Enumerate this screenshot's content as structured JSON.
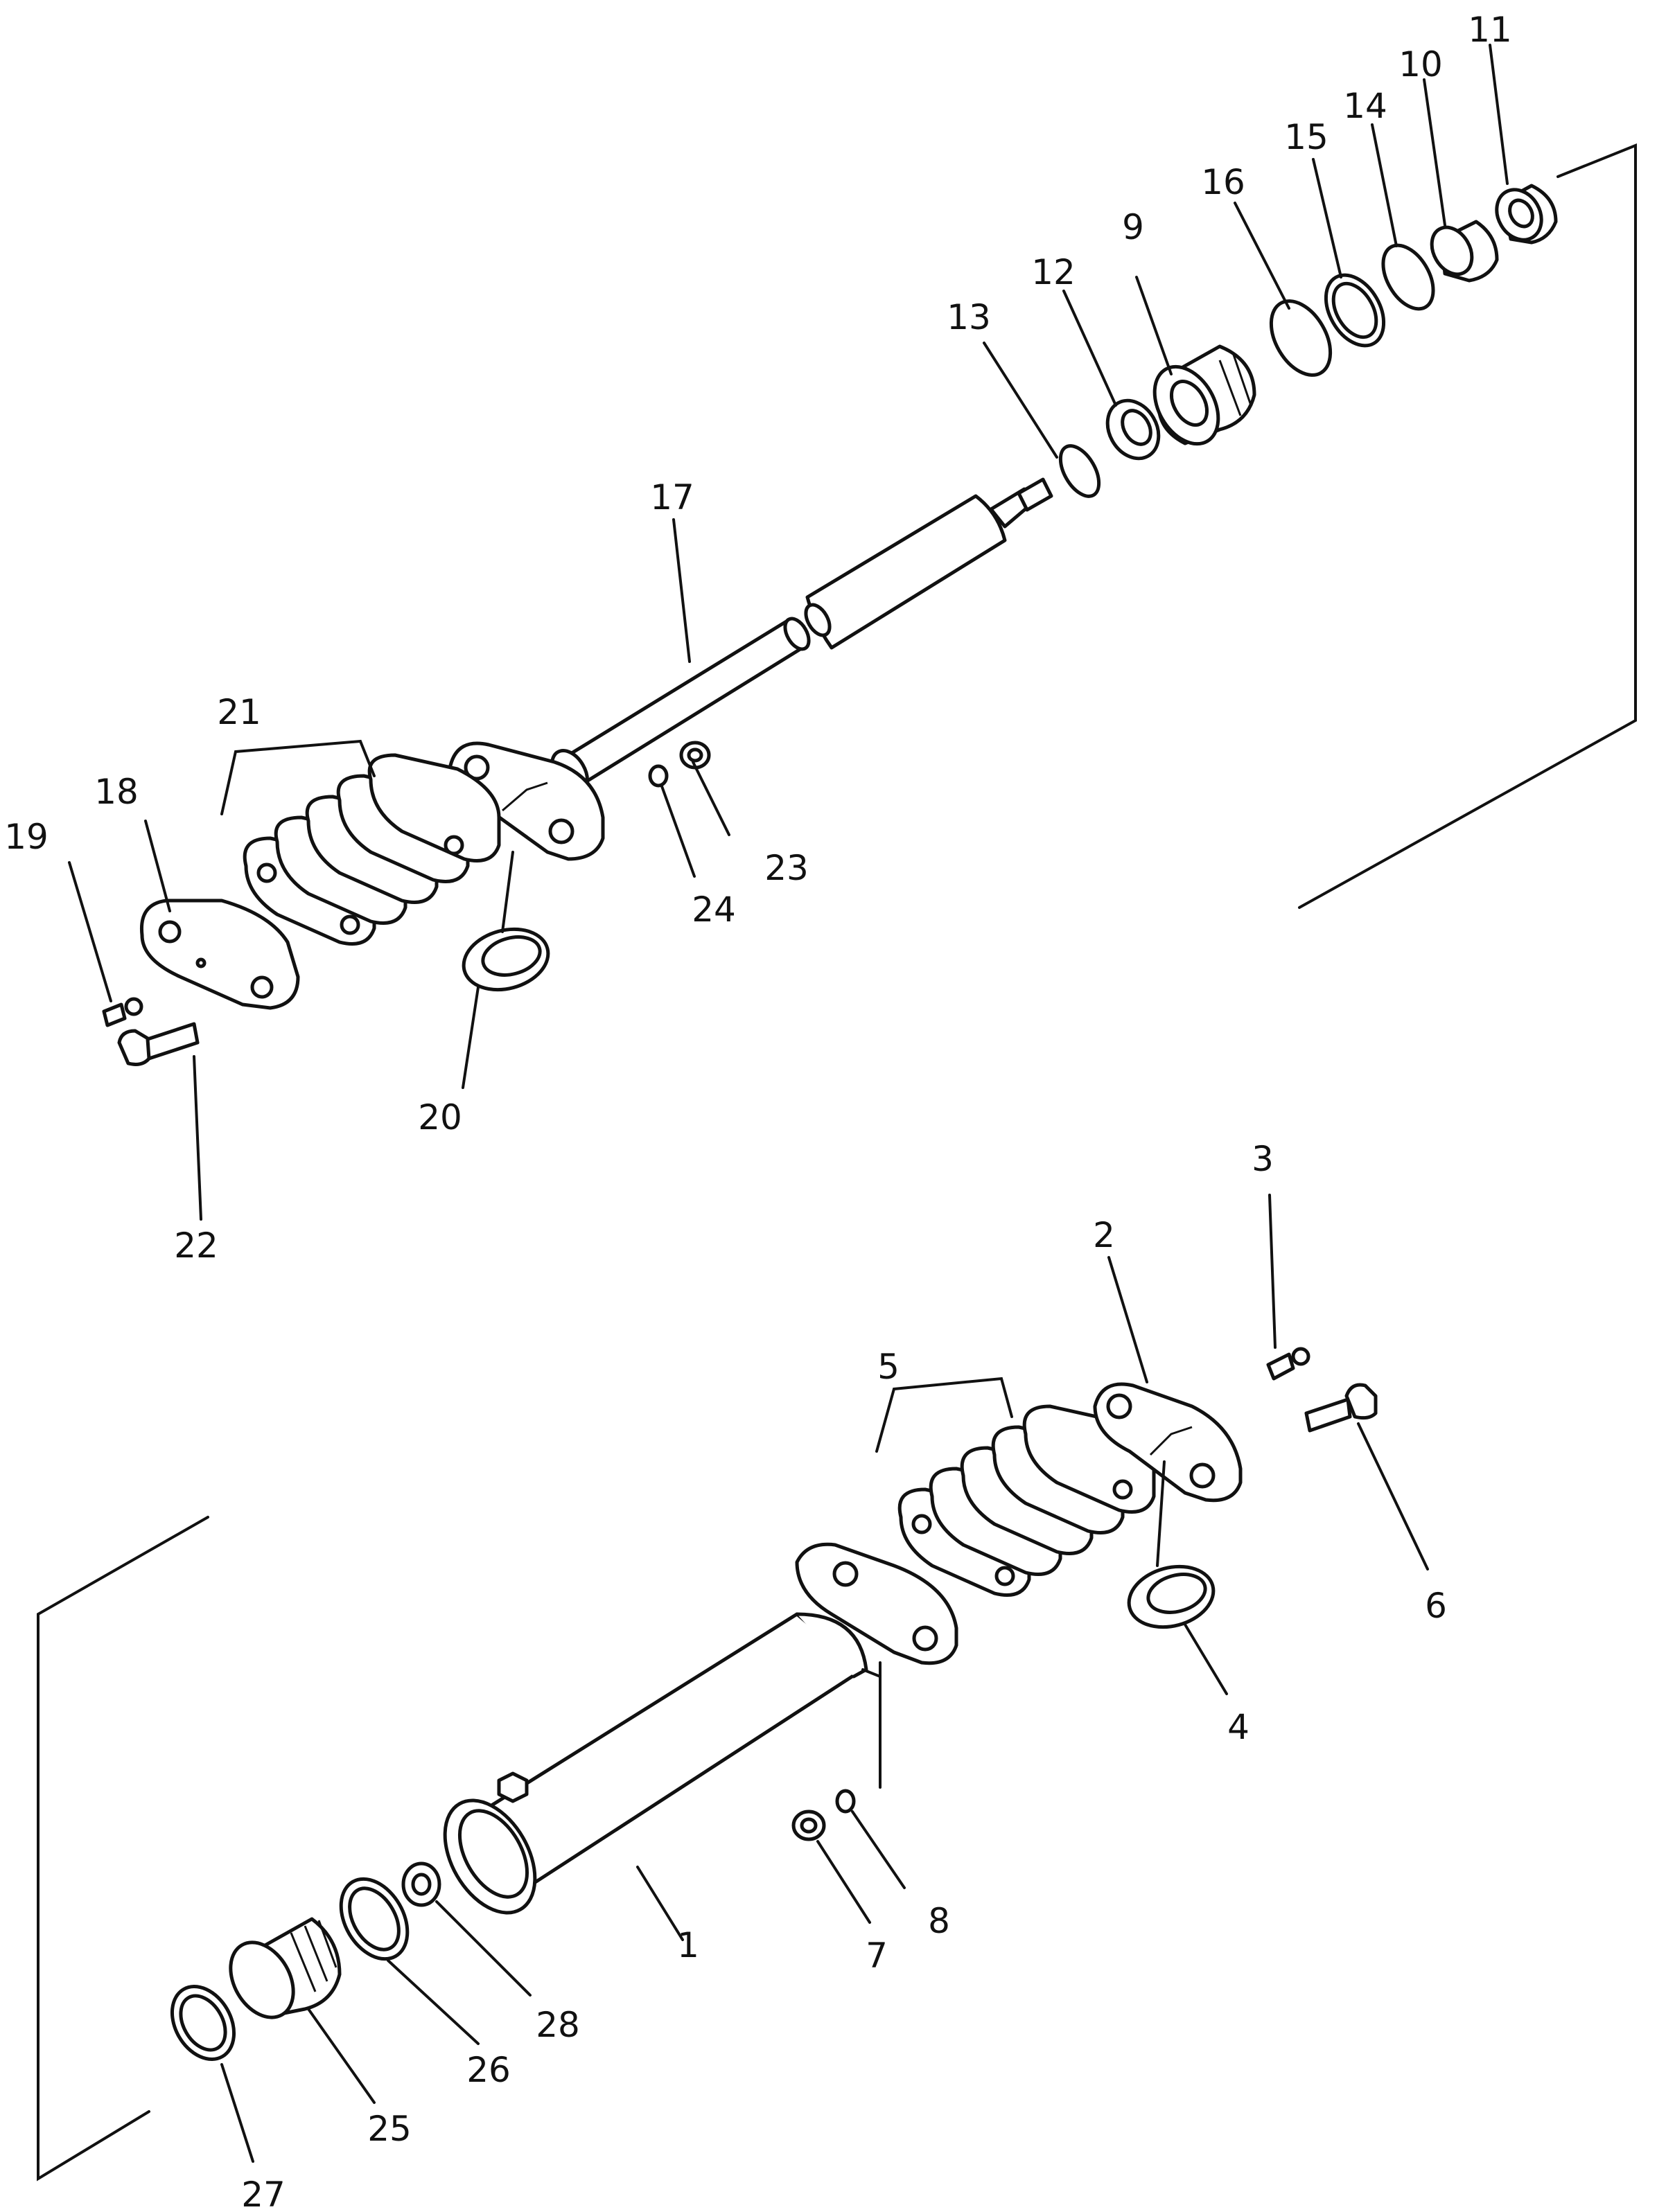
{
  "colors": {
    "ink": "#111111",
    "paper": "#ffffff"
  },
  "callouts": {
    "c1": "1",
    "c2": "2",
    "c3": "3",
    "c4": "4",
    "c5": "5",
    "c6": "6",
    "c7": "7",
    "c8": "8",
    "c9": "9",
    "c10": "10",
    "c11": "11",
    "c12": "12",
    "c13": "13",
    "c14": "14",
    "c15": "15",
    "c16": "16",
    "c17": "17",
    "c18": "18",
    "c19": "19",
    "c20": "20",
    "c21": "21",
    "c22": "22",
    "c23": "23",
    "c24": "24",
    "c25": "25",
    "c26": "26",
    "c27": "27",
    "c28": "28"
  }
}
